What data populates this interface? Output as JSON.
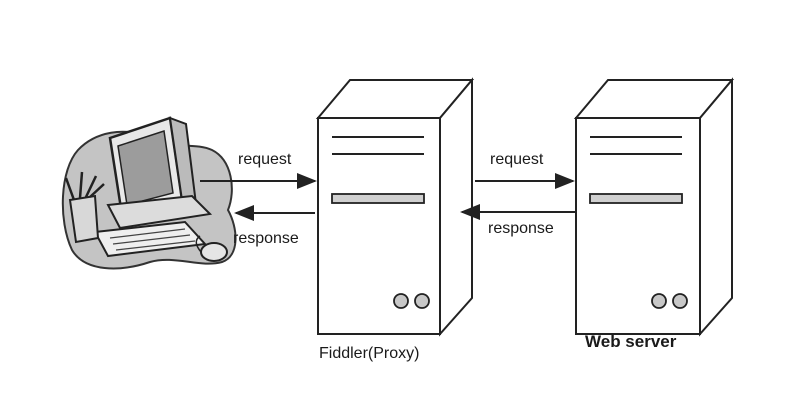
{
  "diagram": {
    "client": {
      "icon": "computer-clipart-icon"
    },
    "links": [
      {
        "request_label": "request",
        "response_label": "response"
      },
      {
        "request_label": "request",
        "response_label": "response"
      }
    ],
    "proxy": {
      "label": "Fiddler(Proxy)",
      "icon": "server-tower-icon"
    },
    "server": {
      "label": "Web server",
      "icon": "server-tower-icon"
    },
    "colors": {
      "stroke": "#222222",
      "panel_gray": "#d0d0d0",
      "screen_gray": "#b8b8b8",
      "blob": "#bdbdbd"
    }
  }
}
